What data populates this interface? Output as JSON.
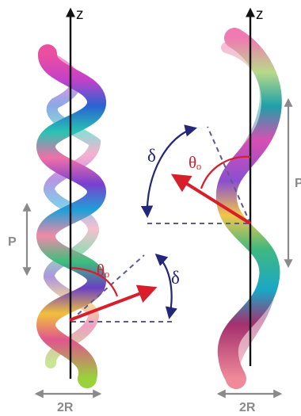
{
  "figure": {
    "left_panel": {
      "axis_label": "z",
      "pitch_label": "P",
      "diameter_label": "2R",
      "angle_label": "θₒ",
      "delta_label": "δ"
    },
    "right_panel": {
      "axis_label": "z",
      "pitch_label": "P",
      "diameter_label": "2R",
      "angle_label": "θₒ",
      "delta_label": "δ"
    }
  },
  "colors": {
    "axis": "#111111",
    "arrow": "#d81e2a",
    "theta": "#d81e2a",
    "delta": "#22277a",
    "dashed": "#5b5b8f",
    "dimension": "#8a8a8a",
    "helix_stops": [
      "#ec4f9f",
      "#d13ac5",
      "#6a3fc4",
      "#1f6fd1",
      "#1eb6d6",
      "#3cc781",
      "#9ad23a",
      "#f0c23a",
      "#f08a3a",
      "#e85870",
      "#ec4f9f"
    ]
  },
  "icons": {
    "arrow_head": "triangle"
  }
}
